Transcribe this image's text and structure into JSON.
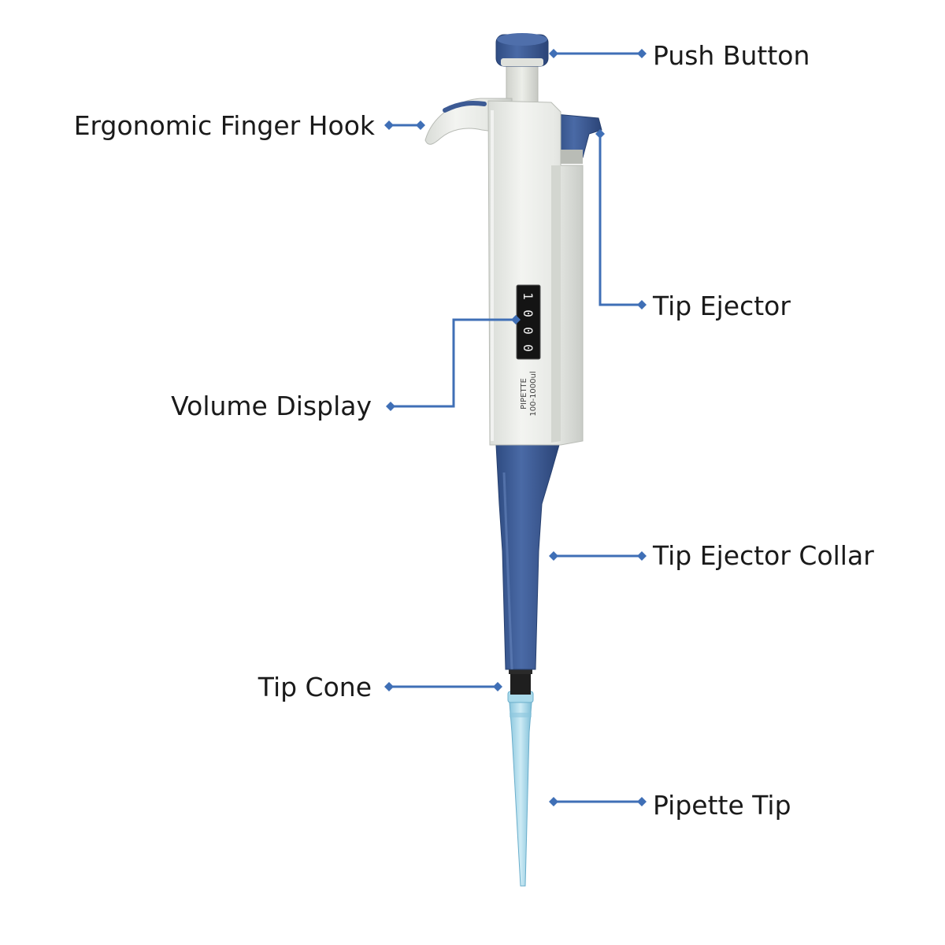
{
  "labels": {
    "push_button": "Push Button",
    "finger_hook": "Ergonomic Finger Hook",
    "tip_ejector": "Tip Ejector",
    "volume_display": "Volume Display",
    "tip_ejector_collar": "Tip Ejector Collar",
    "tip_cone": "Tip Cone",
    "pipette_tip": "Pipette Tip"
  },
  "pipette_print": {
    "brand": "PIPETTE",
    "range": "100-1000ul",
    "volume_digits": [
      "1",
      "0",
      "0",
      "0"
    ]
  },
  "colors": {
    "leader_line": "#3f6fb6",
    "body": "#e9ebe7",
    "blue_parts": "#3c5a94",
    "tip": "#9fd3e6"
  }
}
